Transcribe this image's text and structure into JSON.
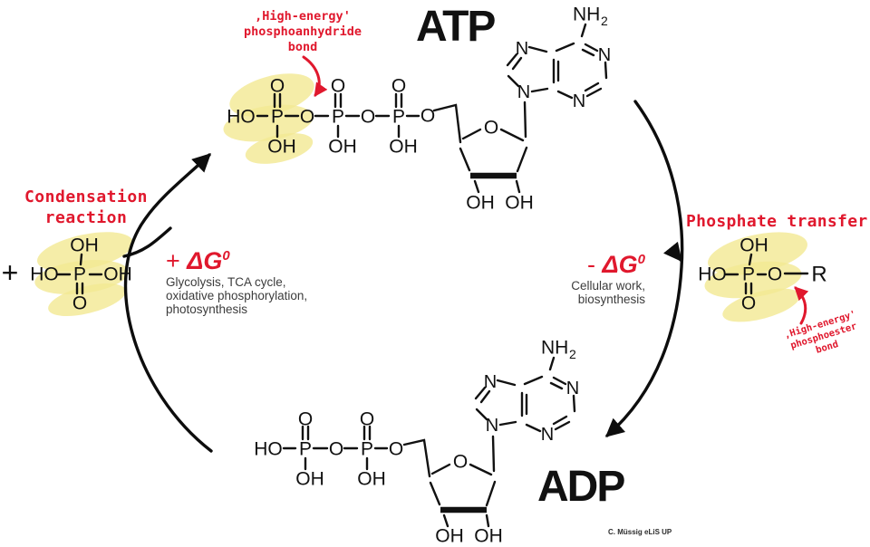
{
  "palette": {
    "red": "#e0182d",
    "highlight": "#f3e992",
    "ink": "#111111",
    "gray": "#3c3c3c"
  },
  "titles": {
    "atp": "ATP",
    "adp": "ADP"
  },
  "credit": "C. Müssig eLiS UP",
  "labels": {
    "anhydride": {
      "l1": "‚High-energy'",
      "l2": "phosphoanhydride",
      "l3": "bond"
    },
    "condensation": {
      "l1": "Condensation",
      "l2": "reaction"
    },
    "transfer": "Phosphate transfer",
    "ester": {
      "l1": "‚High-energy'",
      "l2": "phosphoester",
      "l3": "bond"
    },
    "dg_plus": {
      "prefix": "+ ",
      "symbol": "ΔG",
      "sup": "0",
      "lines": [
        "Glycolysis, TCA cycle,",
        "oxidative phosphorylation,",
        "photosynthesis"
      ]
    },
    "dg_minus": {
      "prefix": "- ",
      "symbol": "ΔG",
      "sup": "0",
      "lines": [
        "Cellular work,",
        "biosynthesis"
      ]
    }
  },
  "atoms": {
    "HO": "HO",
    "OH": "OH",
    "P": "P",
    "O": "O",
    "N": "N",
    "NH": "NH",
    "sub2": "2",
    "R": "R",
    "plus": "+"
  }
}
